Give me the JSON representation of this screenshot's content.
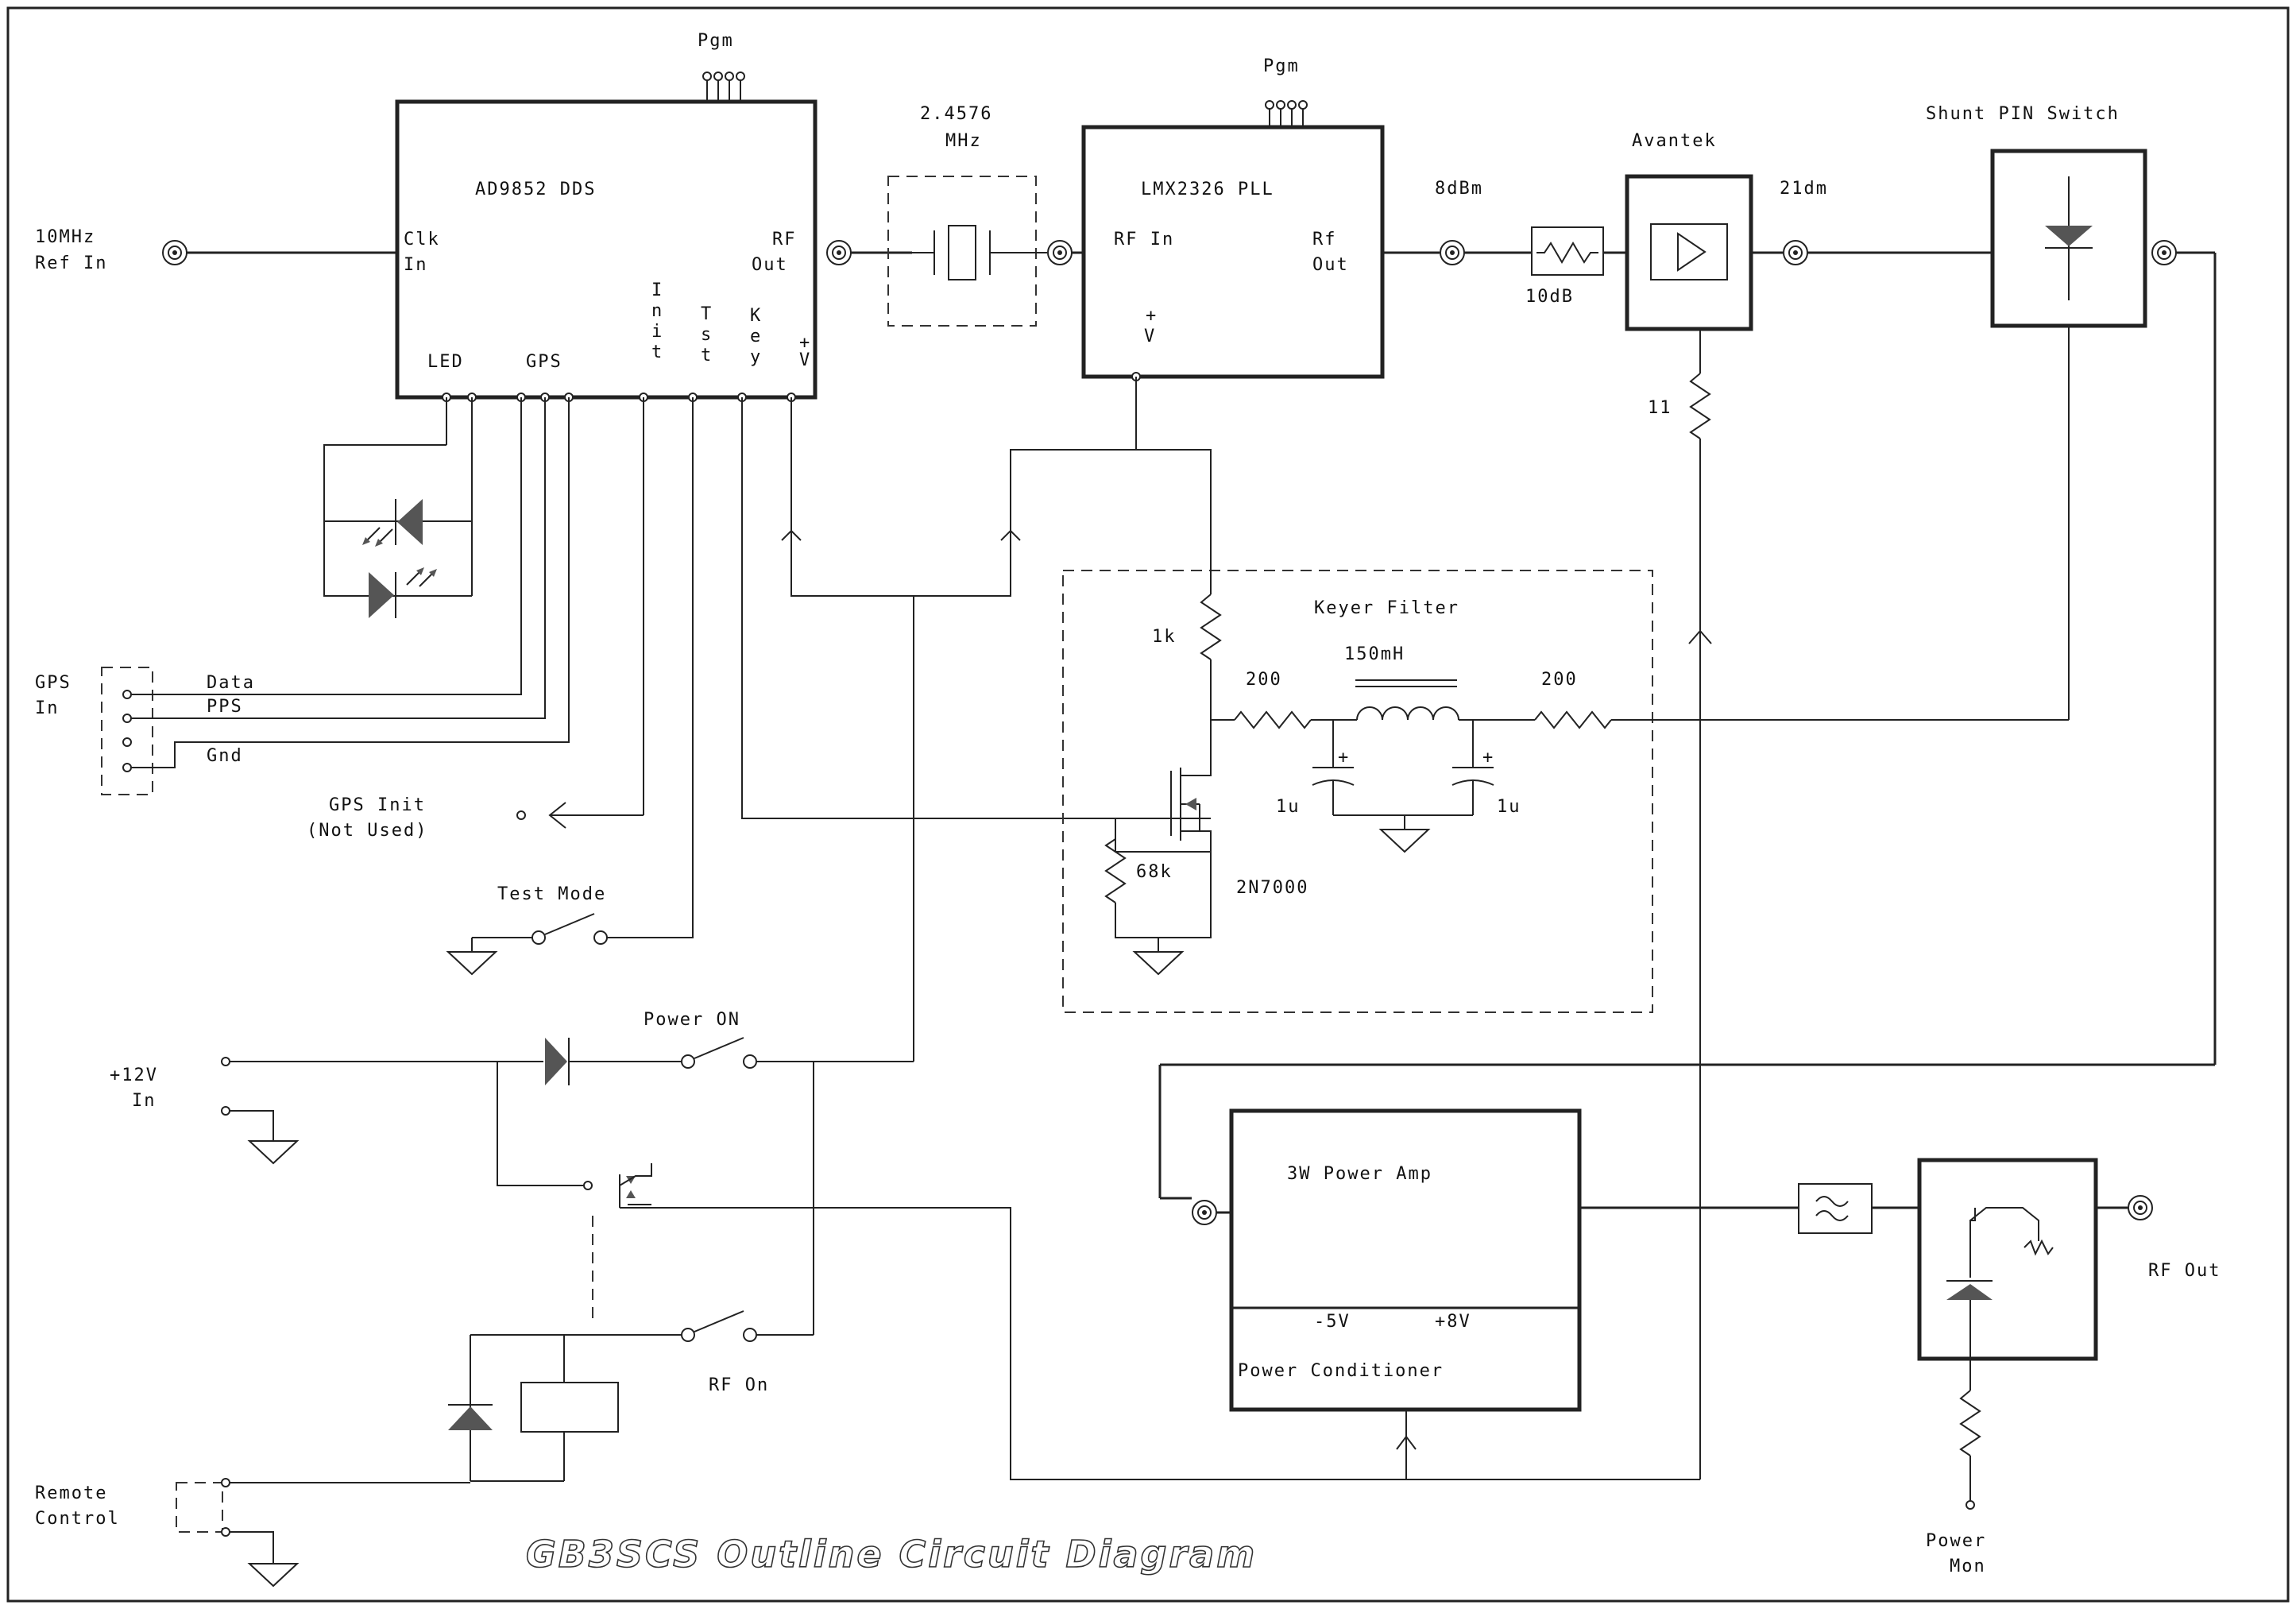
{
  "diagram": {
    "title": "GB3SCS Outline Circuit Diagram",
    "blocks": {
      "dds": {
        "name": "AD9852 DDS",
        "clk": [
          "Clk",
          "In"
        ],
        "rf": [
          "RF",
          "Out"
        ],
        "led": "LED",
        "gps": "GPS",
        "init": [
          "I",
          "n",
          "i",
          "t"
        ],
        "tst": [
          "T",
          "s",
          "t"
        ],
        "key": [
          "K",
          "e",
          "y"
        ],
        "v": [
          "+",
          "V"
        ]
      },
      "pll": {
        "name": "LMX2326 PLL",
        "rf_in": "RF In",
        "rf_out": [
          "Rf",
          "Out"
        ],
        "v": [
          "+",
          "V"
        ]
      },
      "crystal": [
        "2.4576",
        "MHz"
      ],
      "pgm": "Pgm",
      "avantek": "Avantek",
      "pin_switch": "Shunt PIN Switch",
      "keyer": "Keyer Filter",
      "power_amp": "3W Power Amp",
      "power_conditioner": "Power Conditioner",
      "neg_5v": "-5V",
      "pos_8v": "+8V"
    },
    "labels": {
      "ref_in": [
        "10MHz",
        "Ref In"
      ],
      "gps_in": [
        "GPS",
        "In"
      ],
      "gps_pins": [
        "Data",
        "PPS",
        "Gnd"
      ],
      "gps_init": [
        "GPS Init",
        "(Not Used)"
      ],
      "test_mode": "Test Mode",
      "power_on": "Power ON",
      "v12_in": [
        "+12V",
        "In"
      ],
      "rf_on": "RF On",
      "remote": [
        "Remote",
        "Control"
      ],
      "rf_out": "RF Out",
      "power_mon": [
        "Power",
        "Mon"
      ],
      "dbm_8": "8dBm",
      "db_10": "10dB",
      "dbm_21": "21dm",
      "r_11": "11",
      "r_1k": "1k",
      "r_200a": "200",
      "r_200b": "200",
      "l_150": "150mH",
      "c_1u_a": "1u",
      "c_1u_b": "1u",
      "r_68k": "68k",
      "q_2n7000": "2N7000"
    }
  }
}
